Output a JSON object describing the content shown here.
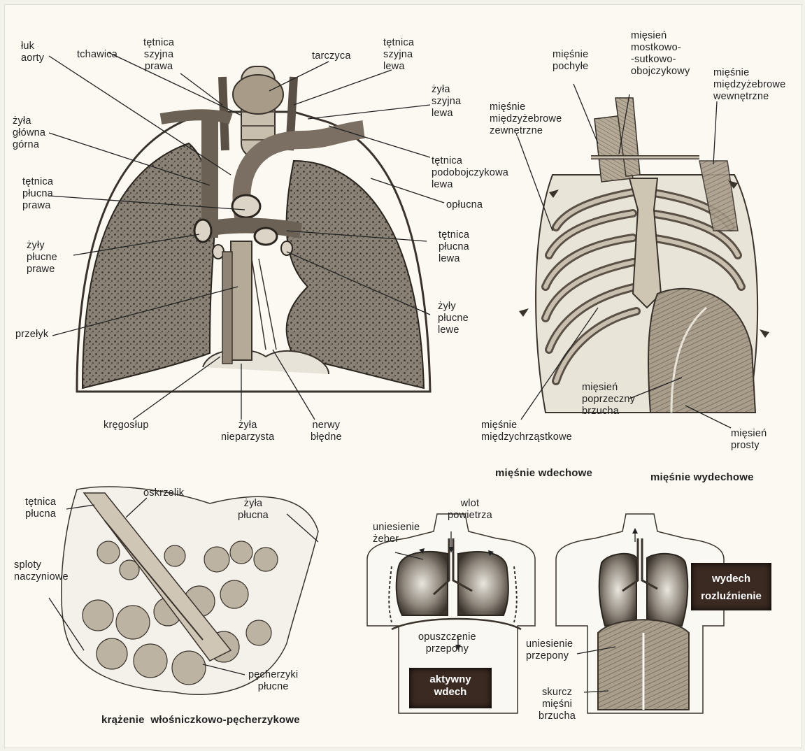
{
  "colors": {
    "paper": "#fbf9f2",
    "ink": "#222222",
    "lung_fill": "#8c8478",
    "lung_dark": "#4a4238",
    "tissue": "#b9ae9c",
    "box_fill": "#3b2a22"
  },
  "heart_lungs": {
    "labels": {
      "luk_aorty": "łuk\naorty",
      "tchawica": "tchawica",
      "tetnica_szyjna_prawa": "tętnica\nszyjna\nprawa",
      "tarczyca": "tarczyca",
      "tetnica_szyjna_lewa": "tętnica\nszyjna\nlewa",
      "zyla_szyjna_lewa": "żyła\nszyjna\nlewa",
      "zyla_glowna_gorna": "żyła\ngłówna\ngórna",
      "tetnica_podobojczykowa_lewa": "tętnica\npodobojczykowa\nlewa",
      "tetnica_plucna_prawa": "tętnica\npłucna\nprawa",
      "oplucna": "opłucna",
      "tetnica_plucna_lewa": "tętnica\npłucna\nlewa",
      "zyly_plucne_prawe": "żyły\npłucne\nprawe",
      "zyly_plucne_lewe": "żyły\npłucne\nlewe",
      "przelyk": "przełyk",
      "kregoslup": "kręgosłup",
      "zyla_nieparzysta": "żyła\nnieparzysta",
      "nerwy_bledne": "nerwy\nbłędne"
    }
  },
  "ribcage": {
    "labels": {
      "miesnie_pochyle": "mięśnie\npochyłe",
      "miesien_mostkowo": "mięsień\nmostkowo-\n-sutkowo-\nobojczykowy",
      "miesnie_miedzyzebrowe_wewnetrzne": "mięśnie\nmiędzyżebrowe\nwewnętrzne",
      "miesnie_miedzyzebrowe_zewnetrzne": "mięśnie\nmiędzyżebrowe\nzewnętrzne",
      "miesien_poprzeczny_brzucha": "mięsień\npoprzeczny\nbrzucha",
      "miesnie_miedzychrzastkowe": "mięśnie\nmiędzychrząstkowe",
      "miesien_prosty": "mięsień\nprosty"
    },
    "caption_inhale": "mięśnie wdechowe",
    "caption_exhale": "mięśnie wydechowe"
  },
  "alveoli": {
    "labels": {
      "tetnica_plucna": "tętnica\npłucna",
      "oskrzelik": "oskrzelik",
      "zyla_plucna": "żyła\npłucna",
      "sploty_naczyniowe": "sploty\nnaczyniowe",
      "pecherzyki_plucne": "pęcherzyki\npłucne"
    },
    "caption": "krążenie  włośniczkowo-pęcherzykowe"
  },
  "breathing": {
    "labels": {
      "uniesienie_zeber": "uniesienie\nżeber",
      "wlot_powietrza": "wlot\npowietrza",
      "opuszczenie_przepony": "opuszczenie\nprzepony",
      "uniesienie_przepony": "uniesienie\nprzepony",
      "skurcz_miesni_brzucha": "skurcz\nmięśni\nbrzucha"
    },
    "box_inhale": [
      "aktywny",
      "wdech"
    ],
    "box_exhale": [
      "wydech",
      "rozluźnienie"
    ]
  }
}
